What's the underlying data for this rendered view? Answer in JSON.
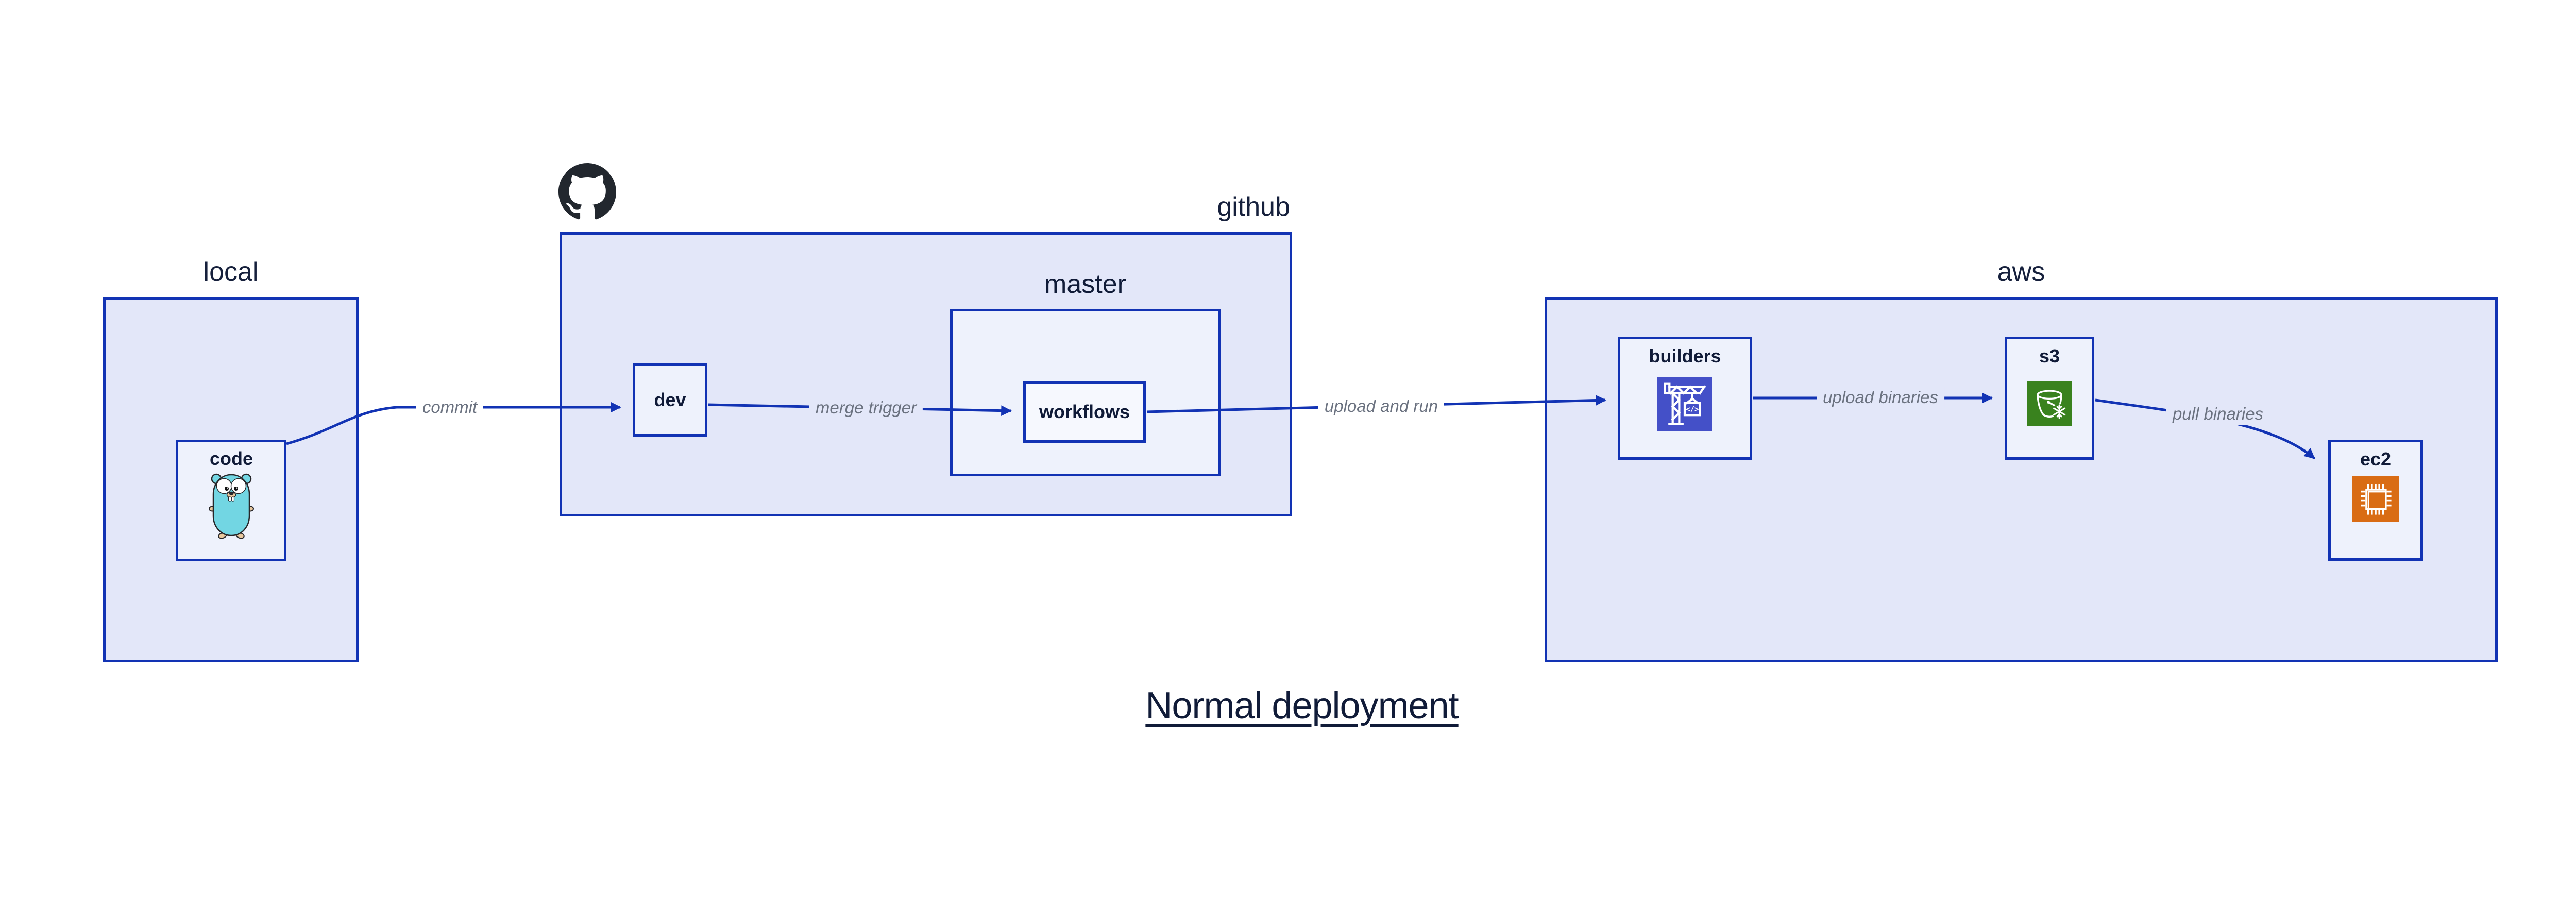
{
  "title": {
    "text": "Normal deployment"
  },
  "groups": {
    "local": {
      "label": "local"
    },
    "github": {
      "label": "github"
    },
    "aws": {
      "label": "aws"
    }
  },
  "nodes": {
    "code": {
      "label": "code"
    },
    "dev": {
      "label": "dev"
    },
    "master": {
      "label": "master"
    },
    "workflows": {
      "label": "workflows"
    },
    "builders": {
      "label": "builders"
    },
    "s3": {
      "label": "s3"
    },
    "ec2": {
      "label": "ec2"
    }
  },
  "edges": {
    "commit": {
      "label": "commit"
    },
    "merge_trigger": {
      "label": "merge trigger"
    },
    "upload_and_run": {
      "label": "upload and run"
    },
    "upload_binaries": {
      "label": "upload binaries"
    },
    "pull_binaries": {
      "label": "pull binaries"
    }
  },
  "icons": {
    "github_octocat": "github-octocat-icon",
    "go_gopher": "go-gopher-icon",
    "codebuild": "aws-codebuild-crane-icon",
    "s3_bucket": "aws-s3-bucket-snowflake-icon",
    "ec2_chip": "aws-ec2-chip-icon"
  },
  "colors": {
    "border_blue": "#1233b4",
    "group_fill": "#e3e7f9",
    "node_fill": "#eef2fc",
    "edge_label_gray": "#6b7280",
    "text_navy": "#101b38",
    "codebuild_indigo": "#4450c8",
    "s3_green": "#39821e",
    "ec2_orange": "#d96c14",
    "gopher_teal": "#72d6e3",
    "octocat_black": "#22272e"
  }
}
